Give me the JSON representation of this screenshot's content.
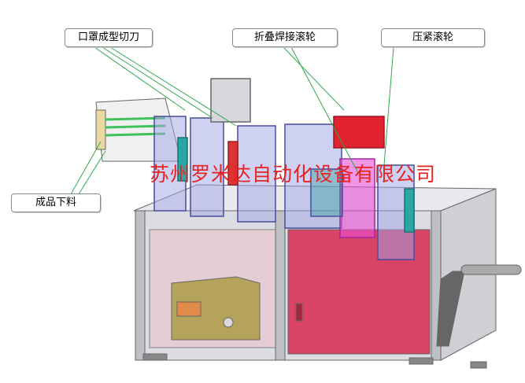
{
  "callouts": {
    "cutter": "口罩成型切刀",
    "folding_welding_roller": "折叠焊接滚轮",
    "pressing_roller": "压紧滚轮",
    "product_output": "成品下料"
  },
  "watermark": "苏州罗米达自动化设备有限公司",
  "colors": {
    "leader_line": "#2fa84f",
    "frame_purple": "#7b7fd6",
    "door_red": "#d94466",
    "watermark_red": "#e8231f"
  }
}
